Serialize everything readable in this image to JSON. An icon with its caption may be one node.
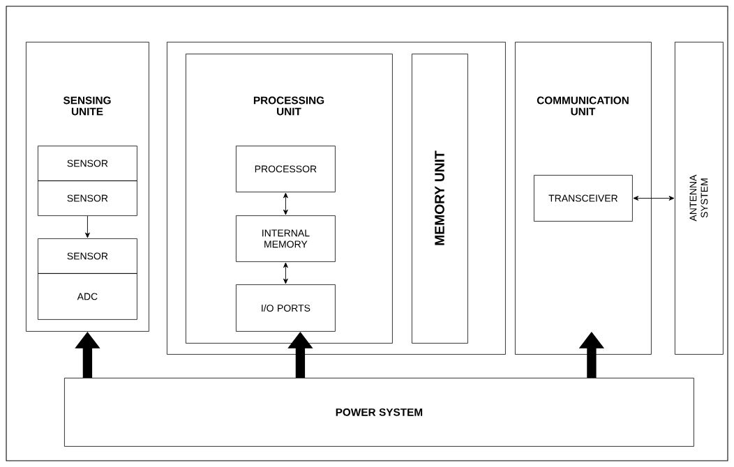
{
  "diagram": {
    "nodes": [
      {
        "text": [
          "SENSING UNITE"
        ]
      },
      {
        "text": [
          "SENSOR"
        ],
        "in": 0
      },
      {
        "text": [
          "SENSOR"
        ],
        "in": 0
      },
      {
        "text": [
          "SENSOR"
        ],
        "in": 0
      },
      {
        "text": [
          "ADC"
        ],
        "in": 0
      },
      {
        "text": [],
        "shape": "box"
      },
      {
        "text": [
          "PROCESSING UNIT"
        ],
        "in": 5
      },
      {
        "text": [
          "PROCESSOR"
        ],
        "in": 6
      },
      {
        "text": [
          "INTERNAL MEMORY"
        ],
        "in": 6
      },
      {
        "text": [
          "I/O PORTS"
        ],
        "in": 6
      },
      {
        "text": [
          "MEMORY UNIT"
        ],
        "in": 5
      },
      {
        "text": [
          "COMMUNICATION UNIT"
        ]
      },
      {
        "text": [
          "TRANSCEIVER"
        ],
        "in": 11
      },
      {
        "text": [
          "ANTENNA SYSTEM"
        ]
      },
      {
        "text": [
          "POWER SYSTEM"
        ]
      }
    ],
    "edges": [
      {
        "from": 2,
        "to": 3,
        "arrow": "to"
      },
      {
        "from": 7,
        "to": 8,
        "arrow": "both"
      },
      {
        "from": 8,
        "to": 9,
        "arrow": "both"
      },
      {
        "from": 12,
        "to": 13,
        "arrow": "both"
      },
      {
        "from": 14,
        "to": 0,
        "arrow": "to",
        "style": "thick"
      },
      {
        "from": 14,
        "to": 9,
        "arrow": "to",
        "style": "thick"
      },
      {
        "from": 14,
        "to": 11,
        "arrow": "to",
        "style": "thick"
      }
    ]
  }
}
